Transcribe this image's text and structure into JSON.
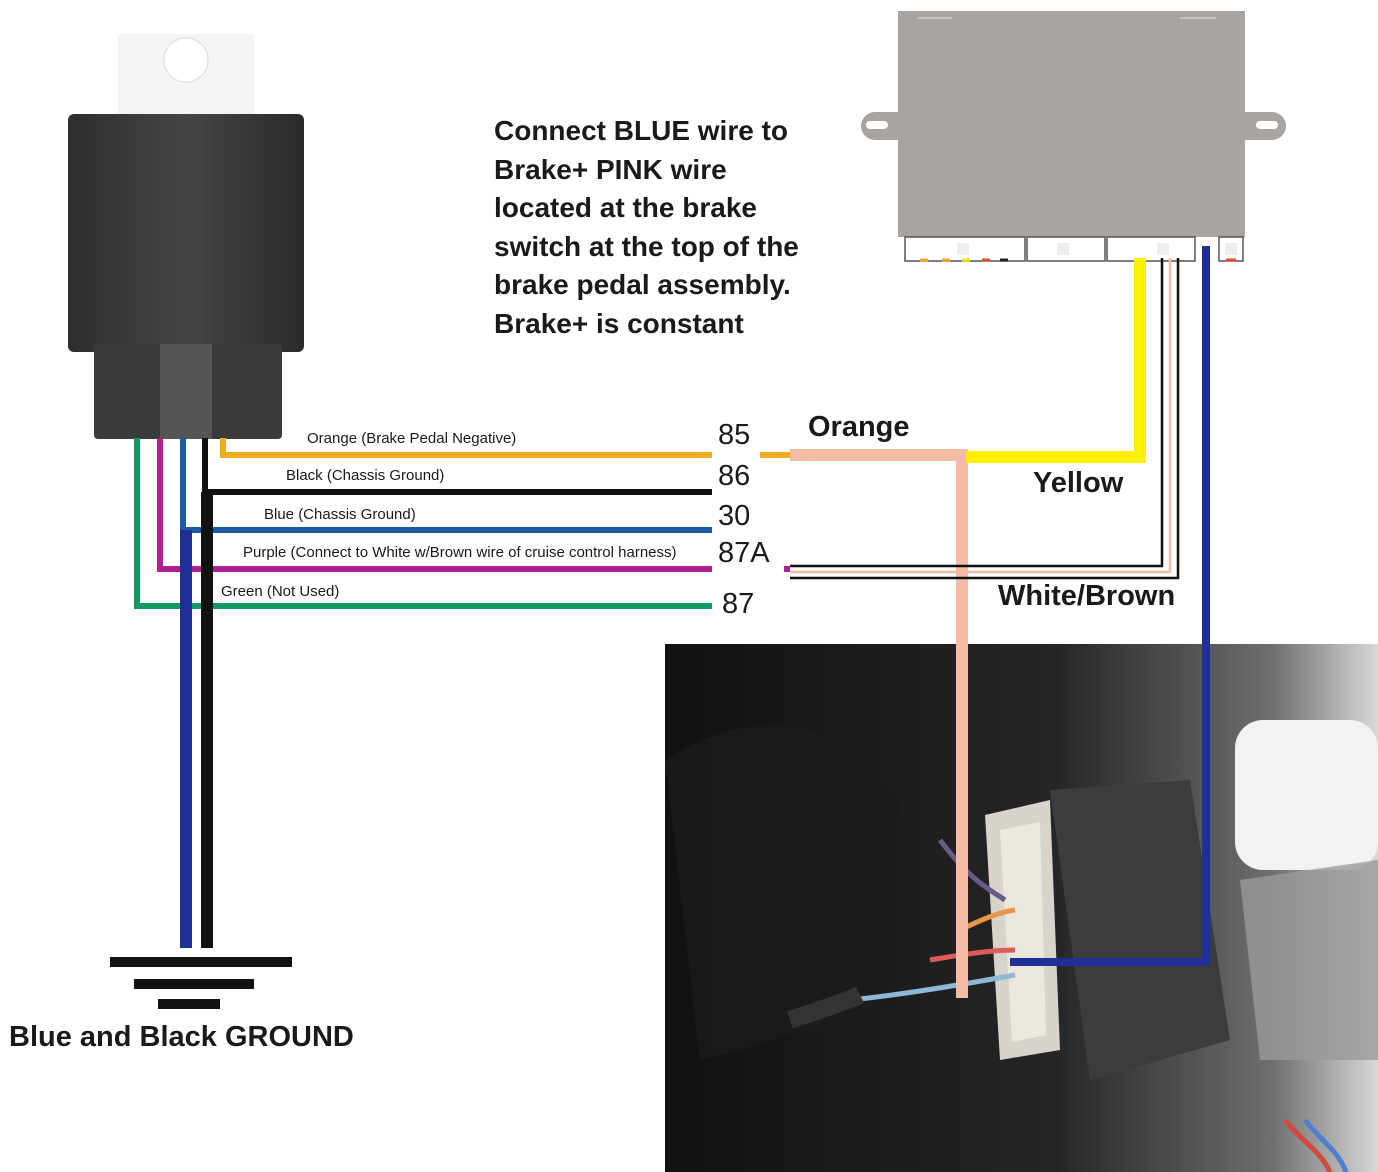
{
  "instruction": {
    "lines": [
      "Connect BLUE wire to",
      "Brake+ PINK wire",
      "located at the brake",
      "switch at the top of the",
      "brake pedal assembly.",
      "Brake+ is constant"
    ]
  },
  "relay_wires": [
    {
      "label": "Orange (Brake Pedal Negative)",
      "pin": "85",
      "color": "#f0ad24"
    },
    {
      "label": "Black (Chassis Ground)",
      "pin": "86",
      "color": "#111111"
    },
    {
      "label": "Blue (Chassis Ground)",
      "pin": "30",
      "color": "#1d5aa6"
    },
    {
      "label": "Purple (Connect to White w/Brown wire of cruise control harness)",
      "pin": "87A",
      "color": "#b0208e"
    },
    {
      "label": "Green (Not Used)",
      "pin": "87",
      "color": "#0f9a62"
    }
  ],
  "harness_labels": {
    "orange": "Orange",
    "yellow": "Yellow",
    "white_brown": "White/Brown"
  },
  "ground_label": "Blue and Black GROUND",
  "colors": {
    "salmon": "#f6bba4",
    "yellow": "#fff000",
    "navy": "#1e2f95",
    "relay_body": "#3a3a3a",
    "module_body": "#a8a4a2"
  }
}
